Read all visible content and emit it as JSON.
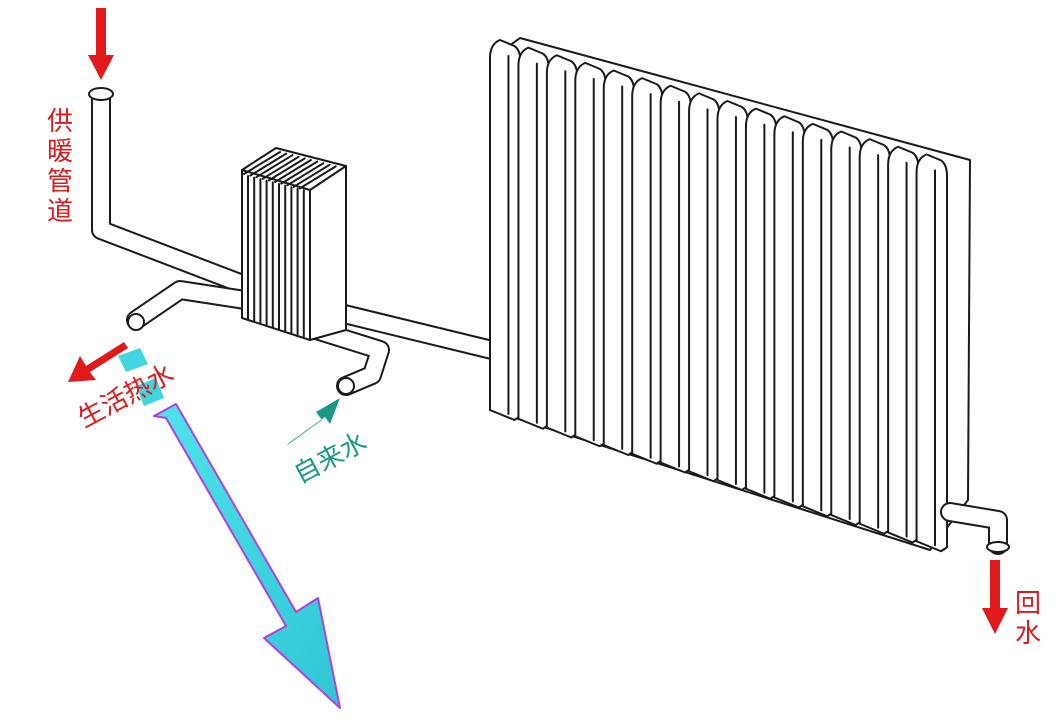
{
  "labels": {
    "supply": [
      "供",
      "暖",
      "管",
      "道"
    ],
    "hot_water": "生活热水",
    "tap_water": "自来水",
    "return": [
      "回",
      "水"
    ]
  },
  "colors": {
    "red": "#e0191c",
    "teal": "#1a9a86",
    "cyan": "#3fd6df",
    "violet": "#b43ee0",
    "line": "#1a1a1a"
  },
  "radiator": {
    "fin_count": 16
  },
  "exchanger": {
    "plate_count": 10
  }
}
